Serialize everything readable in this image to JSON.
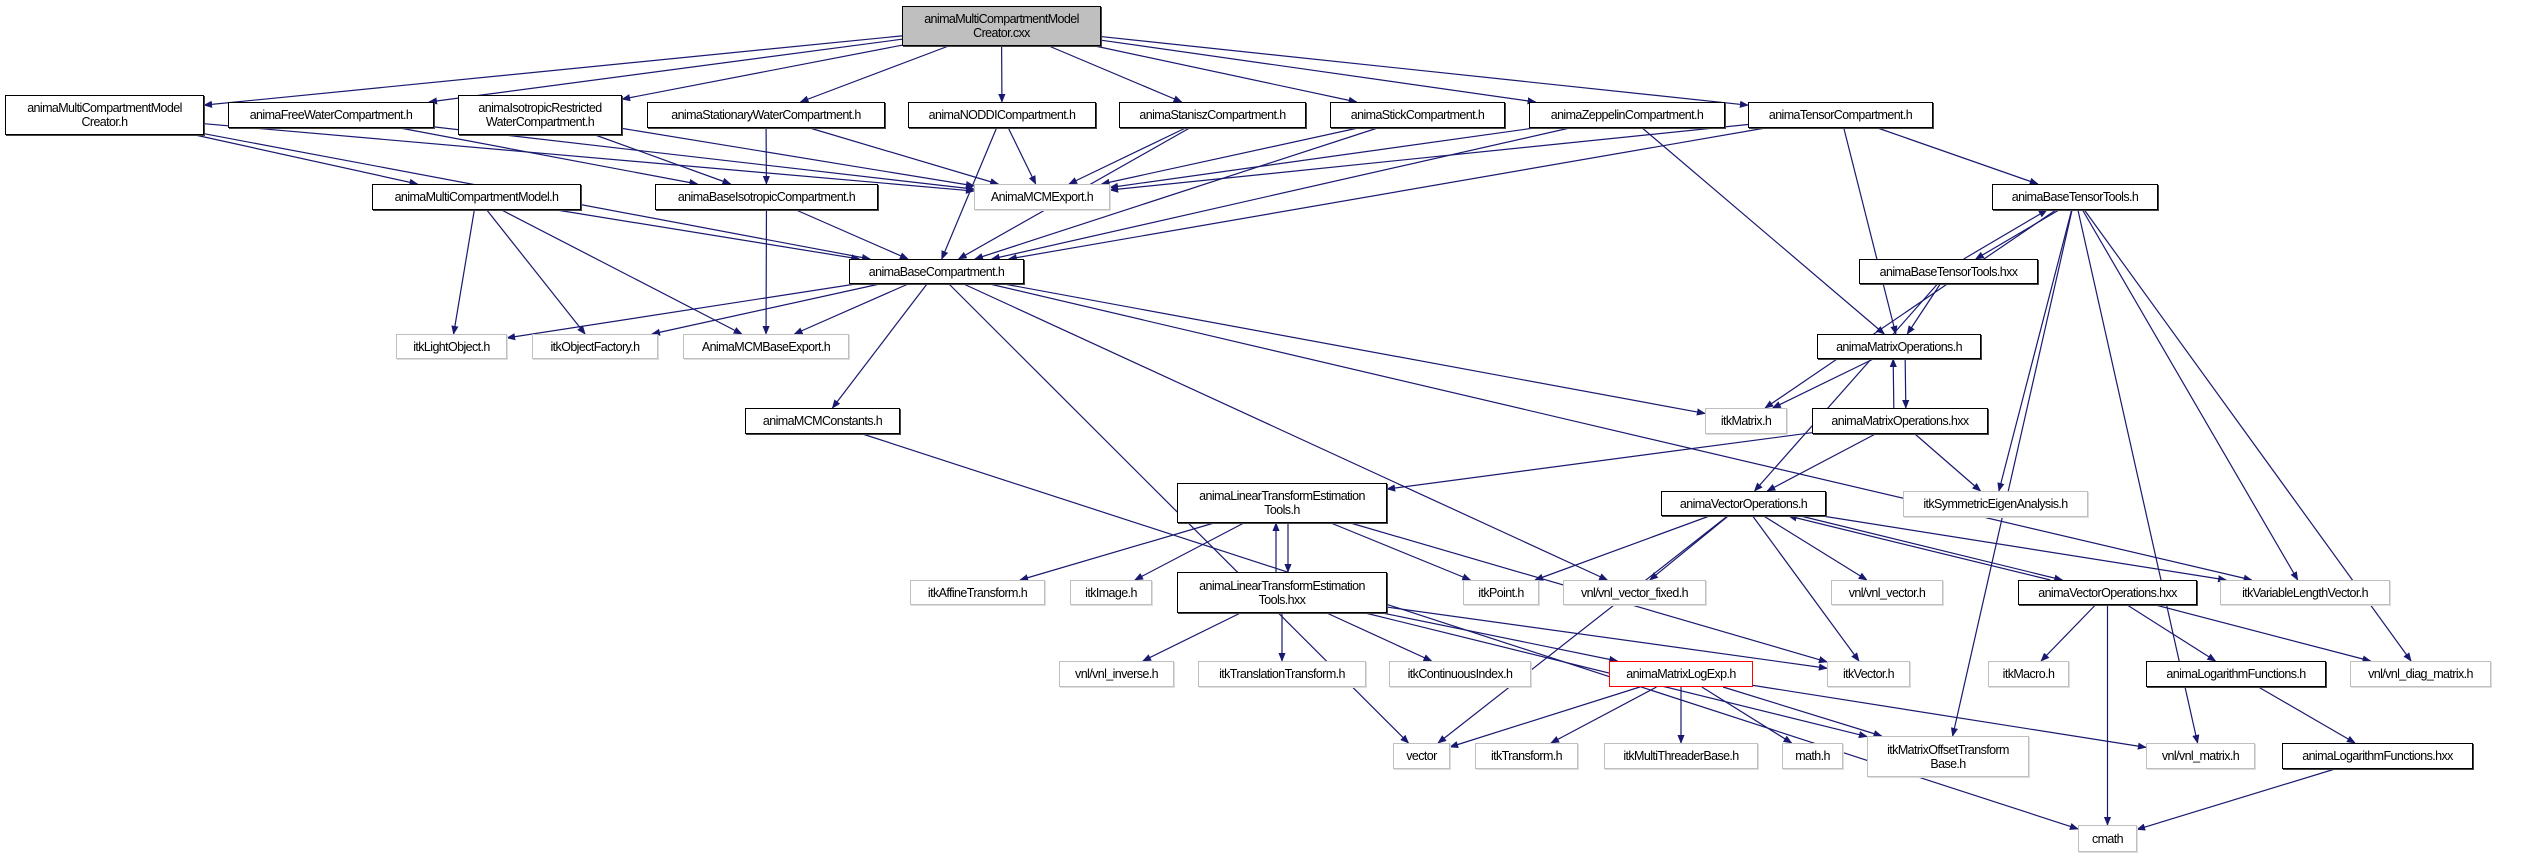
{
  "graph": {
    "title": "animaMultiCompartmentModelCreator.cxx include dependency graph",
    "edge_color": "#191970",
    "nodes": [
      {
        "id": "root",
        "label": "animaMultiCompartmentModel\nCreator.cxx"
      },
      {
        "id": "mcmcreator_h",
        "label": "animaMultiCompartmentModel\nCreator.h"
      },
      {
        "id": "freewater",
        "label": "animaFreeWaterCompartment.h"
      },
      {
        "id": "isorestricted",
        "label": "animaIsotropicRestricted\nWaterCompartment.h"
      },
      {
        "id": "stationary",
        "label": "animaStationaryWaterCompartment.h"
      },
      {
        "id": "noddi",
        "label": "animaNODDICompartment.h"
      },
      {
        "id": "stanisz",
        "label": "animaStaniszCompartment.h"
      },
      {
        "id": "stick",
        "label": "animaStickCompartment.h"
      },
      {
        "id": "zeppelin",
        "label": "animaZeppelinCompartment.h"
      },
      {
        "id": "tensor",
        "label": "animaTensorCompartment.h"
      },
      {
        "id": "mcmodel",
        "label": "animaMultiCompartmentModel.h"
      },
      {
        "id": "baseiso",
        "label": "animaBaseIsotropicCompartment.h"
      },
      {
        "id": "mcmexport",
        "label": "AnimaMCMExport.h"
      },
      {
        "id": "basetensor_h",
        "label": "animaBaseTensorTools.h"
      },
      {
        "id": "basecomp",
        "label": "animaBaseCompartment.h"
      },
      {
        "id": "basetensor_hxx",
        "label": "animaBaseTensorTools.hxx"
      },
      {
        "id": "lightobject",
        "label": "itkLightObject.h"
      },
      {
        "id": "objectfactory",
        "label": "itkObjectFactory.h"
      },
      {
        "id": "mcmbaseexport",
        "label": "AnimaMCMBaseExport.h"
      },
      {
        "id": "matrixops_h",
        "label": "animaMatrixOperations.h"
      },
      {
        "id": "mcmconstants",
        "label": "animaMCMConstants.h"
      },
      {
        "id": "itkmatrix",
        "label": "itkMatrix.h"
      },
      {
        "id": "matrixops_hxx",
        "label": "animaMatrixOperations.hxx"
      },
      {
        "id": "lte_h",
        "label": "animaLinearTransformEstimation\nTools.h"
      },
      {
        "id": "vectorops_h",
        "label": "animaVectorOperations.h"
      },
      {
        "id": "symeigen",
        "label": "itkSymmetricEigenAnalysis.h"
      },
      {
        "id": "affine",
        "label": "itkAffineTransform.h"
      },
      {
        "id": "itkimage",
        "label": "itkImage.h"
      },
      {
        "id": "lte_hxx",
        "label": "animaLinearTransformEstimation\nTools.hxx"
      },
      {
        "id": "itkpoint",
        "label": "itkPoint.h"
      },
      {
        "id": "vnlvecfixed",
        "label": "vnl/vnl_vector_fixed.h"
      },
      {
        "id": "vnlvector",
        "label": "vnl/vnl_vector.h"
      },
      {
        "id": "vectorops_hxx",
        "label": "animaVectorOperations.hxx"
      },
      {
        "id": "varlenvec",
        "label": "itkVariableLengthVector.h"
      },
      {
        "id": "vnlinverse",
        "label": "vnl/vnl_inverse.h"
      },
      {
        "id": "translation",
        "label": "itkTranslationTransform.h"
      },
      {
        "id": "contindex",
        "label": "itkContinuousIndex.h"
      },
      {
        "id": "matrixlogexp",
        "label": "animaMatrixLogExp.h"
      },
      {
        "id": "itkvector",
        "label": "itkVector.h"
      },
      {
        "id": "itkmacro",
        "label": "itkMacro.h"
      },
      {
        "id": "logfunc_h",
        "label": "animaLogarithmFunctions.h"
      },
      {
        "id": "vnldiag",
        "label": "vnl/vnl_diag_matrix.h"
      },
      {
        "id": "vector",
        "label": "vector"
      },
      {
        "id": "itktransform",
        "label": "itkTransform.h"
      },
      {
        "id": "multithreader",
        "label": "itkMultiThreaderBase.h"
      },
      {
        "id": "math",
        "label": "math.h"
      },
      {
        "id": "matoffset",
        "label": "itkMatrixOffsetTransform\nBase.h"
      },
      {
        "id": "vnlmatrix",
        "label": "vnl/vnl_matrix.h"
      },
      {
        "id": "logfunc_hxx",
        "label": "animaLogarithmFunctions.hxx"
      },
      {
        "id": "cmath",
        "label": "cmath"
      }
    ],
    "edges": [
      [
        "root",
        "mcmcreator_h"
      ],
      [
        "root",
        "freewater"
      ],
      [
        "root",
        "isorestricted"
      ],
      [
        "root",
        "stationary"
      ],
      [
        "root",
        "noddi"
      ],
      [
        "root",
        "stanisz"
      ],
      [
        "root",
        "stick"
      ],
      [
        "root",
        "zeppelin"
      ],
      [
        "root",
        "tensor"
      ],
      [
        "mcmcreator_h",
        "mcmodel"
      ],
      [
        "mcmcreator_h",
        "mcmexport"
      ],
      [
        "mcmcreator_h",
        "basecomp"
      ],
      [
        "freewater",
        "baseiso"
      ],
      [
        "freewater",
        "mcmexport"
      ],
      [
        "isorestricted",
        "baseiso"
      ],
      [
        "isorestricted",
        "mcmexport"
      ],
      [
        "stationary",
        "baseiso"
      ],
      [
        "stationary",
        "mcmexport"
      ],
      [
        "noddi",
        "mcmexport"
      ],
      [
        "noddi",
        "basecomp"
      ],
      [
        "stanisz",
        "mcmexport"
      ],
      [
        "stanisz",
        "basecomp"
      ],
      [
        "stick",
        "mcmexport"
      ],
      [
        "stick",
        "basecomp"
      ],
      [
        "zeppelin",
        "mcmexport"
      ],
      [
        "zeppelin",
        "basecomp"
      ],
      [
        "zeppelin",
        "matrixops_h"
      ],
      [
        "tensor",
        "mcmexport"
      ],
      [
        "tensor",
        "basecomp"
      ],
      [
        "tensor",
        "matrixops_h"
      ],
      [
        "tensor",
        "basetensor_h"
      ],
      [
        "mcmodel",
        "lightobject"
      ],
      [
        "mcmodel",
        "objectfactory"
      ],
      [
        "mcmodel",
        "mcmbaseexport"
      ],
      [
        "mcmodel",
        "basecomp"
      ],
      [
        "baseiso",
        "mcmbaseexport"
      ],
      [
        "baseiso",
        "basecomp"
      ],
      [
        "basecomp",
        "lightobject"
      ],
      [
        "basecomp",
        "objectfactory"
      ],
      [
        "basecomp",
        "mcmbaseexport"
      ],
      [
        "basecomp",
        "mcmconstants"
      ],
      [
        "basecomp",
        "itkmatrix"
      ],
      [
        "basecomp",
        "vnlvecfixed"
      ],
      [
        "basecomp",
        "varlenvec"
      ],
      [
        "basecomp",
        "vector"
      ],
      [
        "mcmconstants",
        "cmath"
      ],
      [
        "basetensor_h",
        "basetensor_hxx"
      ],
      [
        "basetensor_hxx",
        "basetensor_h"
      ],
      [
        "basetensor_h",
        "itkmatrix"
      ],
      [
        "basetensor_h",
        "symeigen"
      ],
      [
        "basetensor_h",
        "matoffset"
      ],
      [
        "basetensor_h",
        "varlenvec"
      ],
      [
        "basetensor_h",
        "vnldiag"
      ],
      [
        "basetensor_h",
        "vnlmatrix"
      ],
      [
        "basetensor_hxx",
        "matrixops_h"
      ],
      [
        "basetensor_hxx",
        "vectorops_h"
      ],
      [
        "matrixops_h",
        "itkmatrix"
      ],
      [
        "matrixops_h",
        "matrixops_hxx"
      ],
      [
        "matrixops_hxx",
        "matrixops_h"
      ],
      [
        "matrixops_hxx",
        "lte_h"
      ],
      [
        "matrixops_hxx",
        "vectorops_h"
      ],
      [
        "matrixops_hxx",
        "symeigen"
      ],
      [
        "lte_h",
        "affine"
      ],
      [
        "lte_h",
        "itkimage"
      ],
      [
        "lte_h",
        "lte_hxx"
      ],
      [
        "lte_hxx",
        "lte_h"
      ],
      [
        "lte_h",
        "itkpoint"
      ],
      [
        "lte_h",
        "itkvector"
      ],
      [
        "lte_hxx",
        "vnlinverse"
      ],
      [
        "lte_hxx",
        "translation"
      ],
      [
        "lte_hxx",
        "contindex"
      ],
      [
        "lte_hxx",
        "matrixlogexp"
      ],
      [
        "lte_hxx",
        "itkvector"
      ],
      [
        "lte_hxx",
        "matoffset"
      ],
      [
        "vectorops_h",
        "itkpoint"
      ],
      [
        "vectorops_h",
        "vnlvecfixed"
      ],
      [
        "vectorops_h",
        "vnlvector"
      ],
      [
        "vectorops_h",
        "itkvector"
      ],
      [
        "vectorops_h",
        "vector"
      ],
      [
        "vectorops_h",
        "vectorops_hxx"
      ],
      [
        "vectorops_hxx",
        "vectorops_h"
      ],
      [
        "vectorops_h",
        "varlenvec"
      ],
      [
        "vectorops_hxx",
        "itkmacro"
      ],
      [
        "vectorops_hxx",
        "cmath"
      ],
      [
        "vectorops_hxx",
        "logfunc_h"
      ],
      [
        "vectorops_hxx",
        "vnldiag"
      ],
      [
        "logfunc_h",
        "logfunc_hxx"
      ],
      [
        "logfunc_hxx",
        "cmath"
      ],
      [
        "matrixlogexp",
        "vector"
      ],
      [
        "matrixlogexp",
        "itktransform"
      ],
      [
        "matrixlogexp",
        "multithreader"
      ],
      [
        "matrixlogexp",
        "math"
      ],
      [
        "matrixlogexp",
        "matoffset"
      ],
      [
        "matrixlogexp",
        "vnlmatrix"
      ]
    ]
  }
}
